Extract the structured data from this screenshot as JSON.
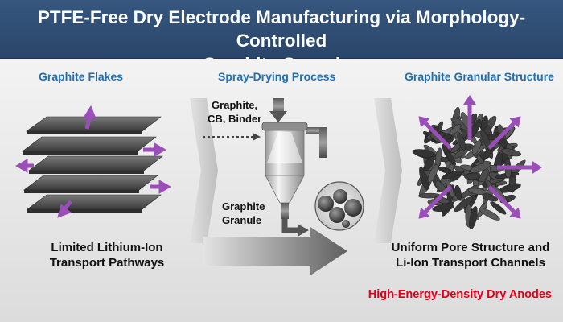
{
  "header": {
    "title_line1": "PTFE-Free Dry Electrode Manufacturing via Morphology-Controlled",
    "title_line2": "Graphite Granules"
  },
  "left": {
    "heading": "Graphite Flakes",
    "caption_line1": "Limited Lithium-Ion",
    "caption_line2": "Transport Pathways"
  },
  "middle": {
    "heading": "Spray-Drying Process",
    "input_line1": "Graphite,",
    "input_line2": "CB, Binder",
    "output_line1": "Graphite",
    "output_line2": "Granule"
  },
  "right": {
    "heading": "Graphite Granular Structure",
    "caption_line1": "Uniform Pore Structure and",
    "caption_line2": "Li-Ion Transport Channels"
  },
  "footer": {
    "tagline": "High-Energy-Density Dry Anodes"
  },
  "colors": {
    "header_bg": "#2f4c74",
    "heading_blue": "#1f6fb5",
    "tagline_red": "#e0001a",
    "arrow_purple": "#9a4fb8",
    "flake_dark": "#4a4a4a"
  },
  "icons": [
    "purple-arrow-icon",
    "process-arrow-icon",
    "spray-dryer-icon",
    "granule-icon"
  ]
}
